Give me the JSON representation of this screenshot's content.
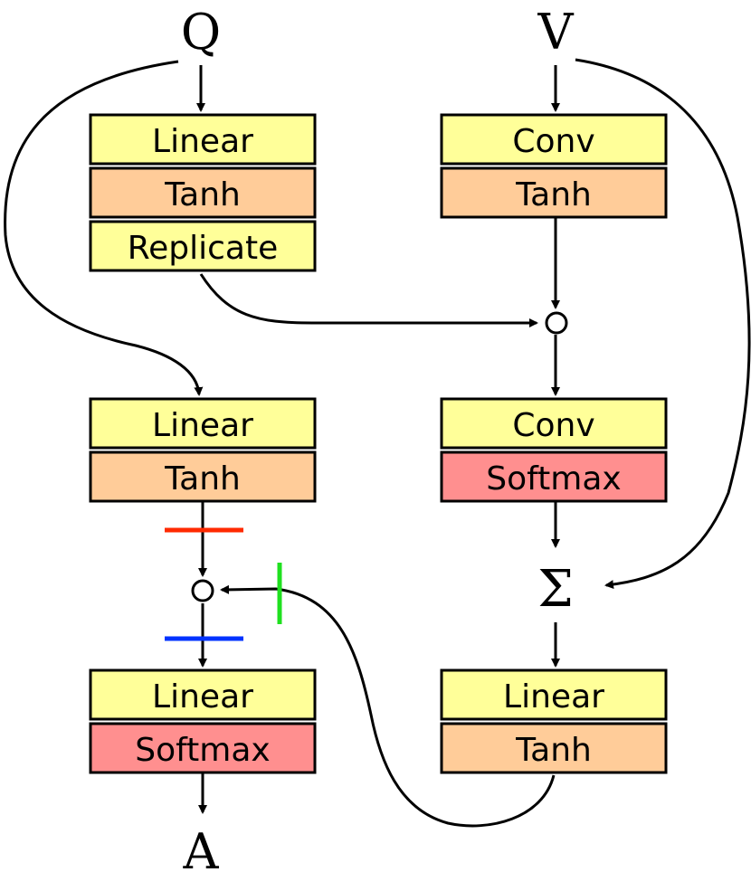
{
  "colors": {
    "linear": "#ffff99",
    "tanh": "#ffcc99",
    "softmax": "#ff8f8f",
    "line": "#000000",
    "marker_red": "#ff2a00",
    "marker_blue": "#0033ff",
    "marker_green": "#1fe01f"
  },
  "inputs": {
    "q": "Q",
    "v": "V"
  },
  "output": {
    "a": "A"
  },
  "sum_symbol": "Σ",
  "left_top_stack": {
    "linear": "Linear",
    "tanh": "Tanh",
    "replicate": "Replicate"
  },
  "right_top_stack": {
    "conv": "Conv",
    "tanh": "Tanh"
  },
  "left_mid_stack": {
    "linear": "Linear",
    "tanh": "Tanh"
  },
  "right_mid_stack": {
    "conv": "Conv",
    "softmax": "Softmax"
  },
  "left_bottom_stack": {
    "linear": "Linear",
    "softmax": "Softmax"
  },
  "right_bottom_stack": {
    "linear": "Linear",
    "tanh": "Tanh"
  }
}
